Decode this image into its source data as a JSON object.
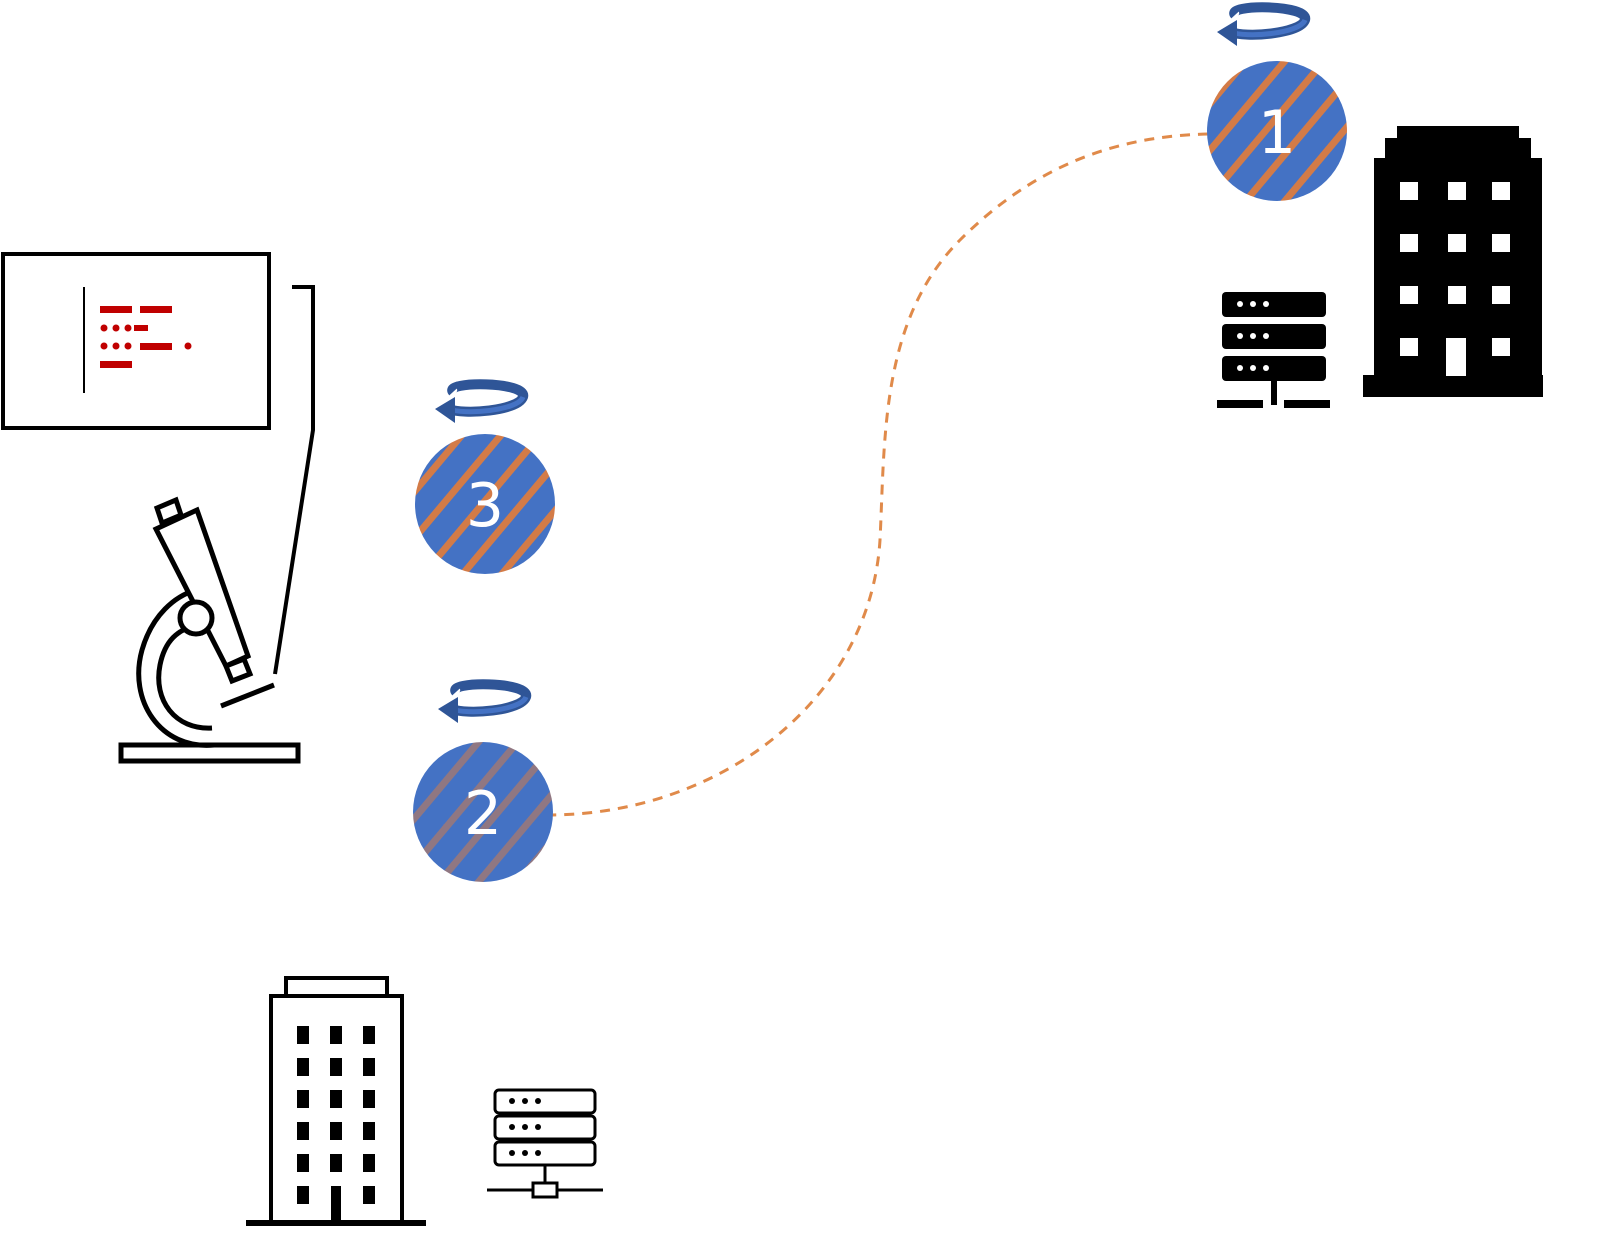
{
  "colors": {
    "disc_fill": "#4472C4",
    "disc_stripe": "#ED7D31",
    "arrow": "#2F5597",
    "path": "#E08A4A",
    "ink": "#000000",
    "screen_mark": "#C00000"
  },
  "discs": [
    {
      "label": "1",
      "icon": "rotation-arrow-icon"
    },
    {
      "label": "2",
      "icon": "rotation-arrow-icon"
    },
    {
      "label": "3",
      "icon": "rotation-arrow-icon"
    }
  ],
  "icons": {
    "building_solid": "office-building-icon",
    "server_solid": "server-rack-icon",
    "building_outline": "office-building-icon",
    "server_outline": "server-rack-icon",
    "microscope": "microscope-icon",
    "monitor": "monitor-display-icon"
  }
}
